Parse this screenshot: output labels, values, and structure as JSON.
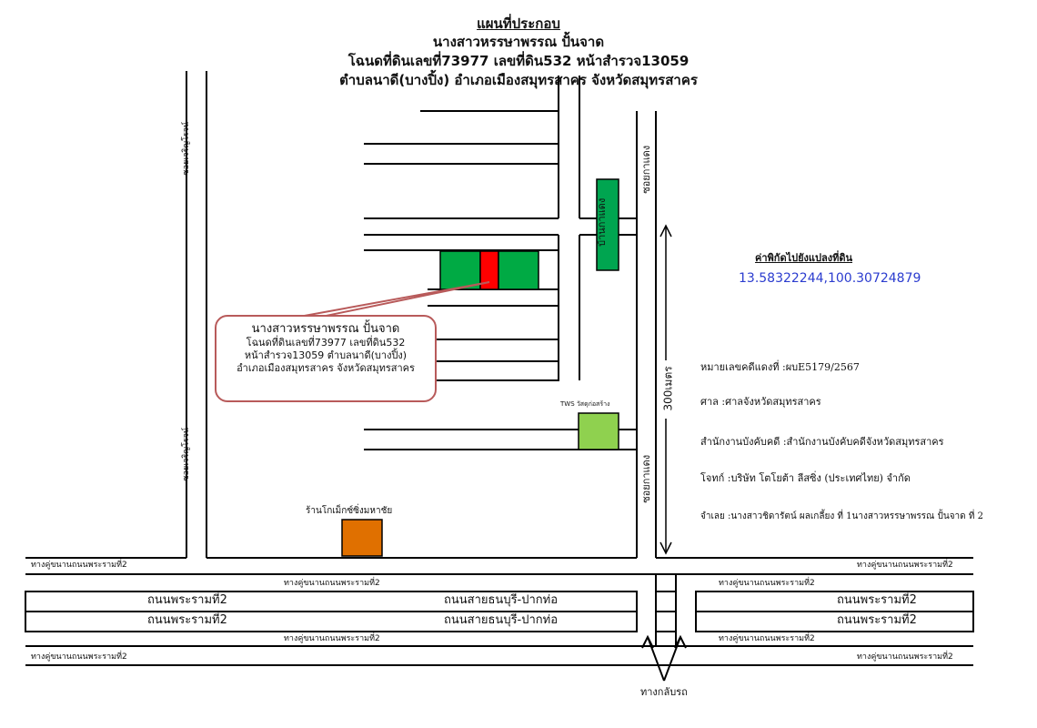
{
  "header": {
    "title": "แผนที่ประกอบ",
    "owner": "นางสาวหรรษาพรรณ ปั้นจาด",
    "deed": "โฉนดที่ดินเลขที่73977 เลขที่ดิน532 หน้าสำรวจ13059",
    "location": "ตำบลนาดี(บางปิ้ง) อำเภอเมืองสมุทรสาคร จังหวัดสมุทรสาคร"
  },
  "coordinates": {
    "label": "ค่าพิกัดไปยังแปลงที่ดิน",
    "value": "13.58322244,100.30724879"
  },
  "callout": {
    "name": "นางสาวหรรษาพรรณ ปั้นจาด",
    "line1": "โฉนดที่ดินเลขที่73977 เลขที่ดิน532",
    "line2": "หน้าสำรวจ13059 ตำบลนาดี(บางปิ้ง)",
    "line3": "อำเภอเมืองสมุทรสาคร จังหวัดสมุทรสาคร"
  },
  "case_info": {
    "case_no": "หมายเลขคดีแดงที่ :ผบE5179/2567",
    "court": "ศาล :ศาลจังหวัดสมุทรสาคร",
    "office": "สำนักงานบังคับคดี :สำนักงานบังคับคดีจังหวัดสมุทรสาคร",
    "plaintiff": "โจทก์ :บริษัท โตโยต้า ลีสซิ่ง (ประเทศไทย) จำกัด",
    "defendant": "จำเลย :นางสาวชิดารัตน์ ผลเกลี้ยง ที่ 1นางสาวหรรษาพรรณ ปั้นจาด ที่ 2"
  },
  "labels": {
    "soi_left_1": "ซอยเจริญโรจน์",
    "soi_left_2": "ซอยเจริญโรจน์",
    "soi_right_1": "ซอยกาแดง",
    "soi_right_2": "ซอยกาแดง",
    "kadaeng_shop": "บ้านกาแดง",
    "distance": "300เมตร",
    "tws": "TWS วัสดุก่อสร้าง",
    "mix_shop": "ร้านโกเม็กซ์ซิ่งมหาชัย",
    "u_turn": "ทางกลับรถ"
  },
  "roads": {
    "frontage": "ทางคู่ขนานถนนพระรามที่2",
    "main": "ถนนพระรามที่2",
    "thonburi": "ถนนสายธนบุรี-ปากท่อ"
  },
  "colors": {
    "plot_target": "#ff0000",
    "plot_adjacent": "#00aa44",
    "landmark_green": "#00a550",
    "tws_building": "#8fd14f",
    "mix_building": "#e07000",
    "callout_border": "#b85a5a",
    "coordinate_text": "#2b3ccf"
  }
}
